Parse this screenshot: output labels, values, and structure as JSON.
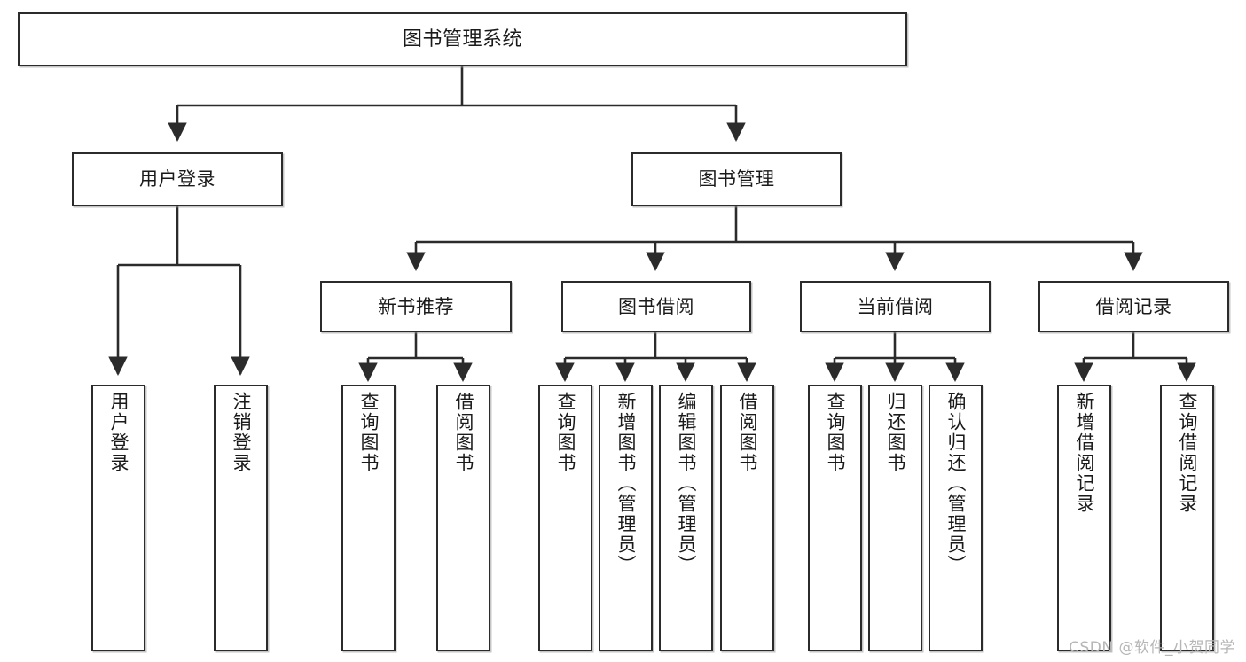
{
  "diagram": {
    "type": "tree",
    "title": "图书管理系统",
    "watermark": "CSDN @软件_小贺同学",
    "line_color": "#2b2b2b",
    "box_fill": "#ffffff",
    "text_color": "#1a1a1a",
    "nodes": {
      "root": {
        "label": "图书管理系统"
      },
      "level2": [
        {
          "id": "user-login",
          "label": "用户登录"
        },
        {
          "id": "book-manage",
          "label": "图书管理"
        }
      ],
      "level3": [
        {
          "id": "new-book-rec",
          "label": "新书推荐"
        },
        {
          "id": "book-borrow",
          "label": "图书借阅"
        },
        {
          "id": "current-borrow",
          "label": "当前借阅"
        },
        {
          "id": "borrow-record",
          "label": "借阅记录"
        }
      ],
      "leaves": {
        "user_login": [
          {
            "id": "leaf-user-login",
            "label": "用户登录"
          },
          {
            "id": "leaf-logout",
            "label": "注销登录"
          }
        ],
        "new_book_rec": [
          {
            "id": "leaf-query-book-1",
            "label": "查询图书"
          },
          {
            "id": "leaf-borrow-book-1",
            "label": "借阅图书"
          }
        ],
        "book_borrow": [
          {
            "id": "leaf-query-book-2",
            "label": "查询图书"
          },
          {
            "id": "leaf-add-book",
            "label": "新增图书（管理员）"
          },
          {
            "id": "leaf-edit-book",
            "label": "编辑图书（管理员）"
          },
          {
            "id": "leaf-borrow-book-2",
            "label": "借阅图书"
          }
        ],
        "current_borrow": [
          {
            "id": "leaf-query-book-3",
            "label": "查询图书"
          },
          {
            "id": "leaf-return-book",
            "label": "归还图书"
          },
          {
            "id": "leaf-confirm-return",
            "label": "确认归还（管理员）"
          }
        ],
        "borrow_record": [
          {
            "id": "leaf-add-record",
            "label": "新增借阅记录"
          },
          {
            "id": "leaf-query-record",
            "label": "查询借阅记录"
          }
        ]
      }
    }
  }
}
